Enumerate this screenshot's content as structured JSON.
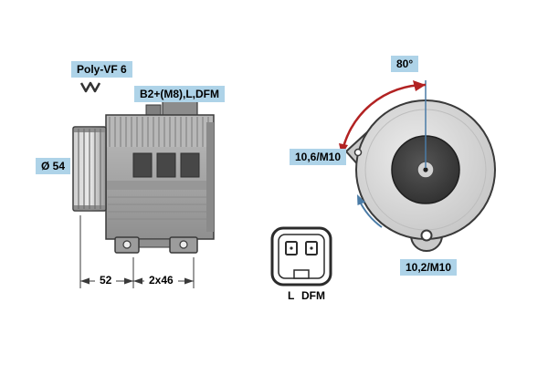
{
  "side_view": {
    "belt_type_label": "Poly-VF 6",
    "terminal_label": "B2+(M8),L,DFM",
    "pulley_diameter_label": "Ø 54",
    "dimension_pulley_offset": "52",
    "dimension_foot_spacing": "2x46"
  },
  "rear_view": {
    "angle_label": "80°",
    "mount_hole_side_label": "10,6/M10",
    "mount_hole_bottom_label": "10,2/M10"
  },
  "connector": {
    "pin_left_label": "L",
    "pin_right_label": "DFM"
  },
  "colors": {
    "callout_background": "#aed3e8",
    "angle_arrow_red": "#b22222",
    "reference_blue": "#4a7ba6",
    "outline": "#3a3a3a"
  }
}
